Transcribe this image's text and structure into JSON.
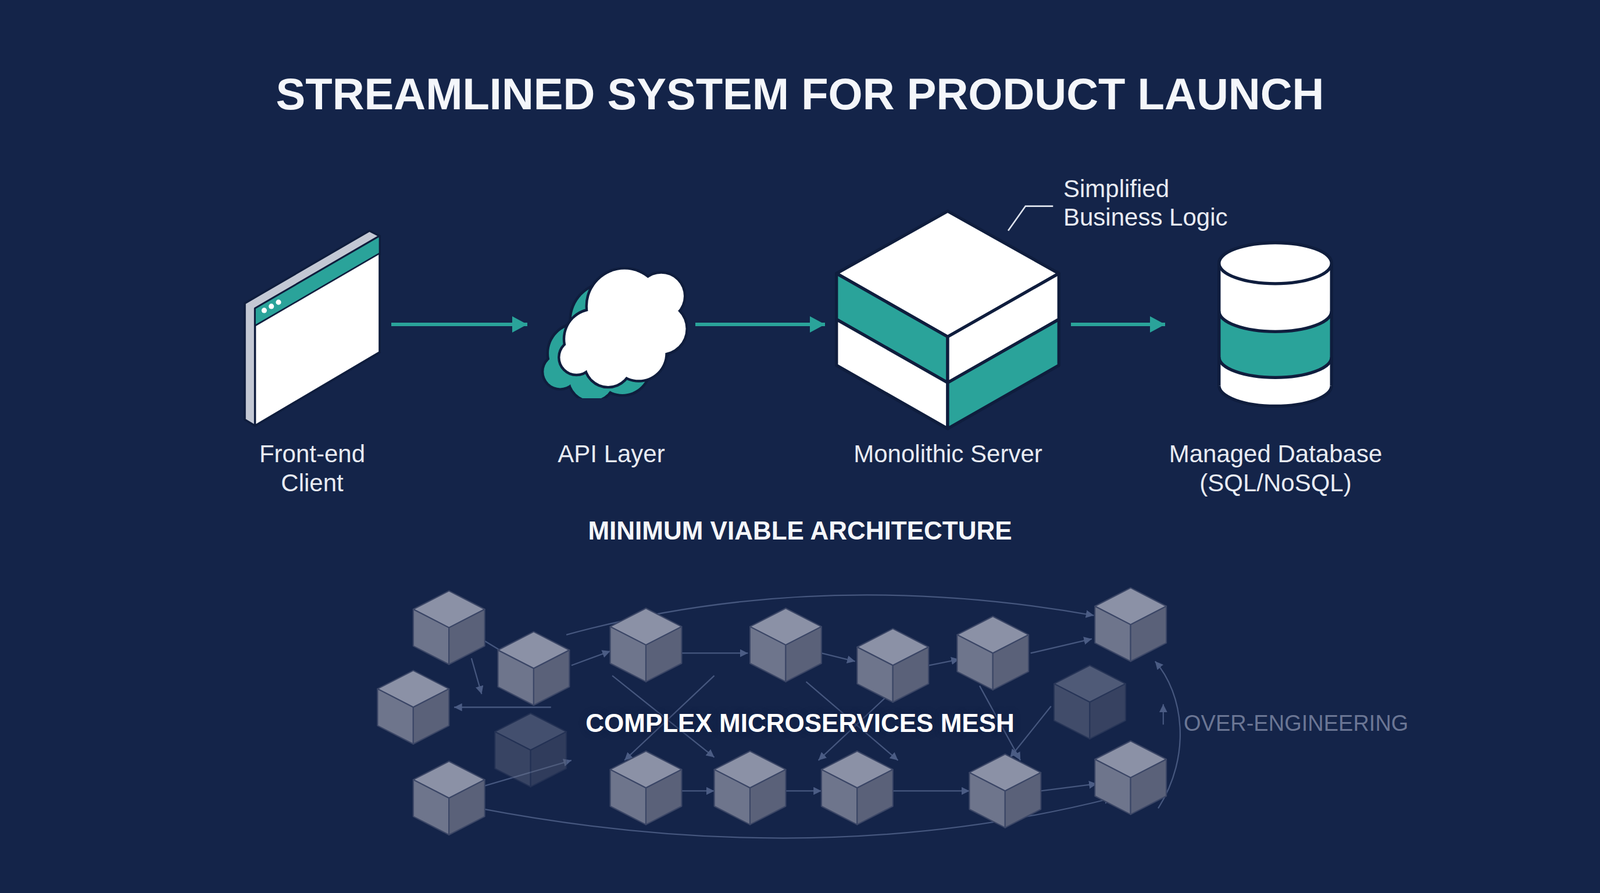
{
  "diagram": {
    "title": "STREAMLINED SYSTEM FOR PRODUCT LAUNCH",
    "nodes": [
      {
        "text": [
          "Front-end Client"
        ]
      },
      {
        "text": [
          "API Layer"
        ]
      },
      {
        "text": [
          "Monolithic Server"
        ]
      },
      {
        "text": [
          "Managed Database (SQL/NoSQL)"
        ]
      }
    ],
    "edges": [
      {
        "from": 0,
        "to": 1,
        "arrow": "to"
      },
      {
        "from": 1,
        "to": 2,
        "arrow": "to"
      },
      {
        "from": 2,
        "to": 3,
        "arrow": "to"
      }
    ],
    "labels": [
      "Simplified Business Logic",
      "MINIMUM VIABLE ARCHITECTURE",
      "COMPLEX MICROSERVICES MESH",
      "OVER-ENGINEERING"
    ]
  }
}
